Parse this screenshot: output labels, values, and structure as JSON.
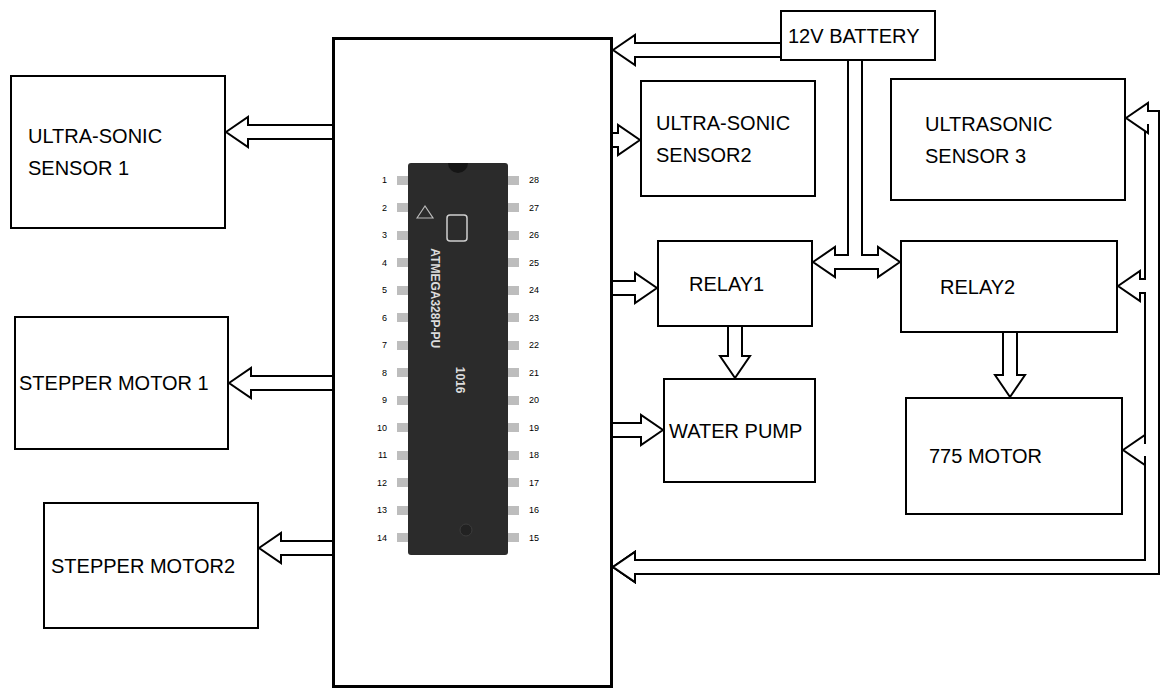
{
  "diagram": {
    "nodes": [
      {
        "text": [
          "1016",
          "ATMEGA328P-PU"
        ]
      },
      {
        "text": [
          "12V BATTERY"
        ]
      },
      {
        "text": [
          "ULTRA-SONIC SENSOR 1"
        ]
      },
      {
        "text": [
          "ULTRA-SONIC SENSOR2"
        ]
      },
      {
        "text": [
          "ULTRASONIC SENSOR 3"
        ]
      },
      {
        "text": [
          "RELAY1"
        ]
      },
      {
        "text": [
          "RELAY2"
        ]
      },
      {
        "text": [
          "STEPPER MOTOR 1"
        ]
      },
      {
        "text": [
          "WATER PUMP"
        ]
      },
      {
        "text": [
          "775 MOTOR"
        ]
      },
      {
        "text": [
          "STEPPER MOTOR2"
        ]
      }
    ],
    "edges": [
      {
        "from": 1,
        "to": 0,
        "arrow": "to"
      },
      {
        "from": 0,
        "to": 2,
        "arrow": "to"
      },
      {
        "from": 0,
        "to": 7,
        "arrow": "to"
      },
      {
        "from": 0,
        "to": 10,
        "arrow": "to"
      },
      {
        "from": 0,
        "to": 3,
        "arrow": "to"
      },
      {
        "from": 0,
        "to": 5,
        "arrow": "to"
      },
      {
        "from": 0,
        "to": 8,
        "arrow": "to"
      },
      {
        "from": 1,
        "to": 5,
        "arrow": "to"
      },
      {
        "from": 1,
        "to": 6,
        "arrow": "to"
      },
      {
        "from": 5,
        "to": 8,
        "arrow": "to"
      },
      {
        "from": 6,
        "to": 9,
        "arrow": "to"
      },
      {
        "from": 0,
        "to": 4,
        "arrow": "both"
      },
      {
        "from": 0,
        "to": 6,
        "arrow": "both"
      },
      {
        "from": 0,
        "to": 9,
        "arrow": "both"
      }
    ],
    "labels": [
      "1",
      "2",
      "3",
      "4",
      "5",
      "6",
      "7",
      "8",
      "9",
      "10",
      "11",
      "12",
      "13",
      "14",
      "15",
      "16",
      "17",
      "18",
      "19",
      "20",
      "21",
      "22",
      "23",
      "24",
      "25",
      "26",
      "27",
      "28"
    ]
  }
}
